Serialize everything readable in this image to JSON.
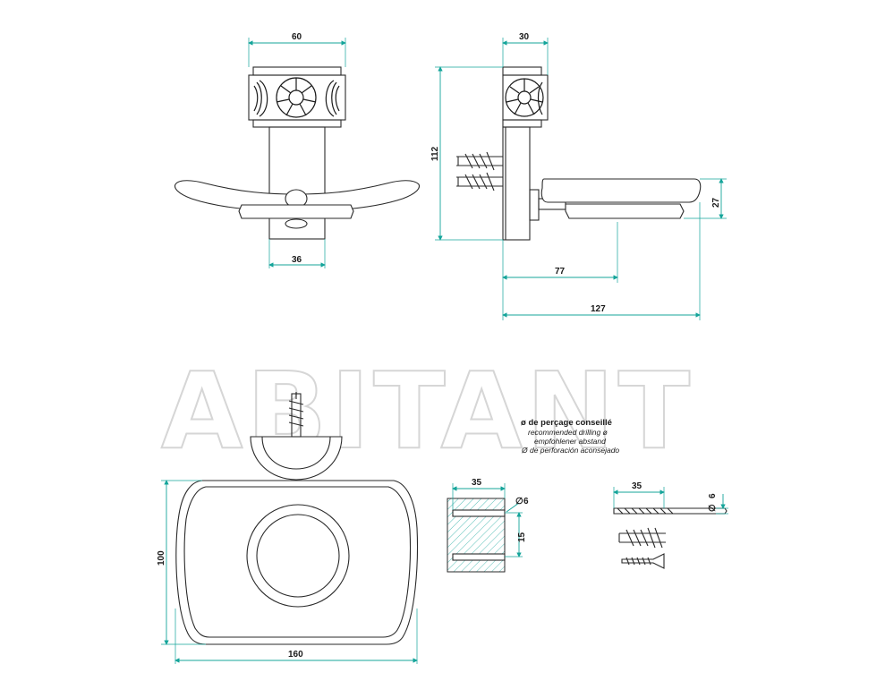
{
  "watermark": "ABITANT",
  "dimensions": {
    "front_width": "60",
    "front_stem": "36",
    "side_depth": "30",
    "side_height": "112",
    "dish_height": "27",
    "dish_offset": "77",
    "total_depth": "127",
    "plan_depth": "100",
    "plan_width": "160",
    "drill_depth": "35",
    "drill_dia": "6",
    "drill_spacing": "15",
    "bit_length": "35",
    "bit_dia": "6"
  },
  "drilling_note": {
    "fr": "ø de perçage conseillé",
    "en": "recommended drilling ø",
    "de": "empfohlener abstand",
    "es": "Ø de perforación aconsejado"
  },
  "colors": {
    "dimension_line": "#14a49a",
    "outline": "#2a2a2a",
    "watermark": "#d6d6d6"
  }
}
